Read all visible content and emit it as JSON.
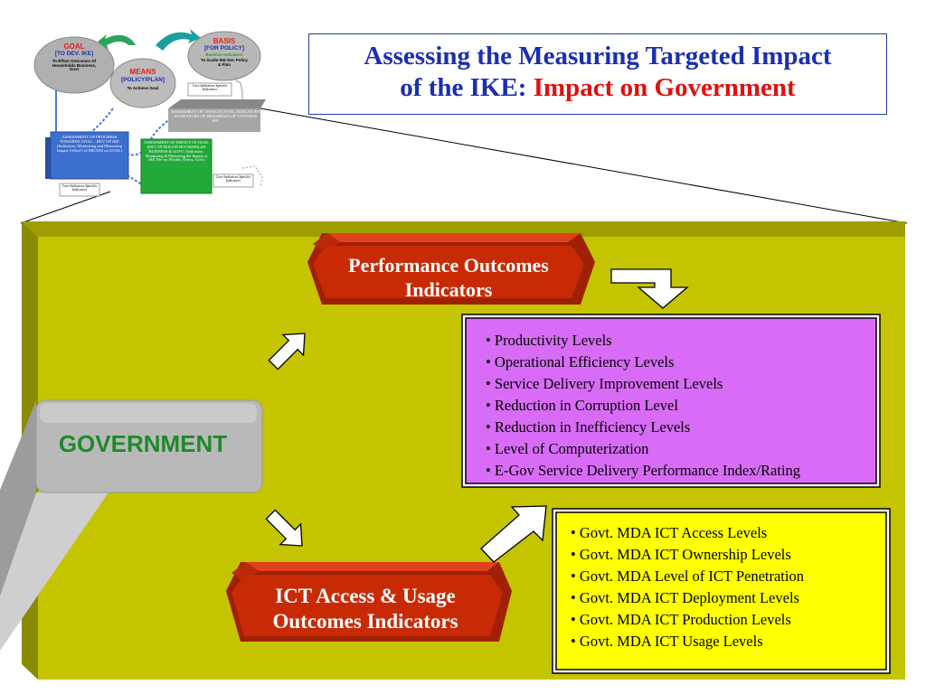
{
  "title": {
    "line1": "Assessing the Measuring Targeted Impact",
    "line2_prefix": "of the IKE: ",
    "line2_highlight": "Impact on Government"
  },
  "center_label": "GOVERNMENT",
  "performance_box": {
    "line1": "Performance Outcomes",
    "line2": "Indicators"
  },
  "ict_box": {
    "line1": "ICT Access & Usage",
    "line2": "Outcomes Indicators"
  },
  "performance_list": [
    "Productivity  Levels",
    "Operational Efficiency Levels",
    "Service Delivery Improvement Levels",
    "Reduction in Corruption Level",
    "Reduction in Inefficiency  Levels",
    "Level of Computerization",
    "E-Gov  Service Delivery Performance Index/Rating"
  ],
  "ict_list": [
    "Govt. MDA  ICT Access Levels",
    "Govt. MDA ICT Ownership Levels",
    "Govt. MDA Level of ICT Penetration",
    "Govt. MDA ICT Deployment Levels",
    "Govt. MDA ICT Production Levels",
    "Govt. MDA ICT  Usage Levels"
  ],
  "thumbnail": {
    "goal": {
      "title": "GOAL",
      "sub": "[TO DEV. IKE]",
      "desc": "To Effect Outcomes Of Households Business, Govt"
    },
    "basis": {
      "title": "BASIS",
      "sub": "[FOR POLICY]",
      "sub2": "Baseline Indicators",
      "desc": "To Guide IKE Dev Policy & Plan"
    },
    "means": {
      "title": "MEANS",
      "sub": "[POLICY/PLAN]",
      "desc": "To Achieve Goal"
    },
    "core_top": "Core Indicators Specific Indicators",
    "changes": "ASSESSMENT OF CHANGES IN BL INDICATORS AS MEASURE OF PROGRESS/LoIP TOWARDS IKE",
    "progress": "ASSESSMENT OF PROGRESS TOWARDS GOAL – DEV OF IKE (Indicators: Monitoring and Measuring Impact ('effect') of MEANS on GOAL)",
    "impact": "ASSESSMENT OF IMPACT OF GOAL (DEV OF IKE) ON HOUSEHOLDS BUSINESS & GOVT. (Indicators: Monitoring & Measuring the Impact of IKE Dev on H'holds, B'ness, Govt)",
    "core_left": "Core Indicators Specific Indicators",
    "core_right": "Core Indicators Specific Indicators"
  },
  "colors": {
    "background": "#c4c400",
    "red_box": "#c82a05",
    "purple_box": "#d86cf6",
    "yellow_box": "#ffff00",
    "title_blue": "#1a2fb0",
    "title_red": "#e01010",
    "government_green": "#1e8a2a"
  }
}
